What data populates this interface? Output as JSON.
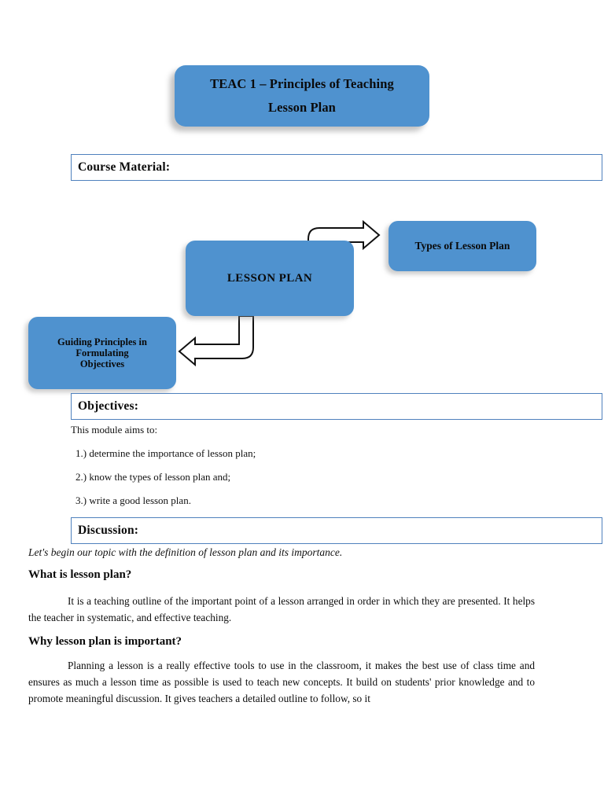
{
  "document": {
    "title_banner": {
      "line1": "TEAC 1 – Principles of Teaching",
      "line2": "Lesson Plan"
    },
    "sections": {
      "course_material_label": "Course Material:",
      "objectives_label": "Objectives:",
      "discussion_label": "Discussion:"
    },
    "diagram": {
      "center_box": "LESSON PLAN",
      "right_box": "Types of Lesson Plan",
      "left_box_line1": "Guiding Principles in",
      "left_box_line2": "Formulating",
      "left_box_line3": "Objectives"
    },
    "objectives": {
      "intro": "This module aims to:",
      "items": [
        "1.) determine the importance of lesson plan;",
        "2.) know the types of lesson plan and;",
        "3.) write a good lesson plan."
      ]
    },
    "discussion": {
      "lede": "Let's begin our topic with the definition of lesson plan and its importance.",
      "heading_what": "What is lesson plan?",
      "para_what": "It is a teaching outline of the important point of a lesson arranged in order in which they are presented. It helps the teacher in systematic, and effective teaching.",
      "heading_why": "Why lesson plan is important?",
      "para_why": "Planning a lesson is a really effective tools to use in the classroom, it makes the best use of class time and ensures as much a lesson time as possible is used to teach new concepts. It build on students' prior knowledge and to promote meaningful discussion. It gives teachers a detailed outline to follow, so it"
    }
  },
  "colors": {
    "shape_blue": "#4f92cf",
    "border_blue": "#4f81bd",
    "text_black": "#0a0a0a"
  }
}
